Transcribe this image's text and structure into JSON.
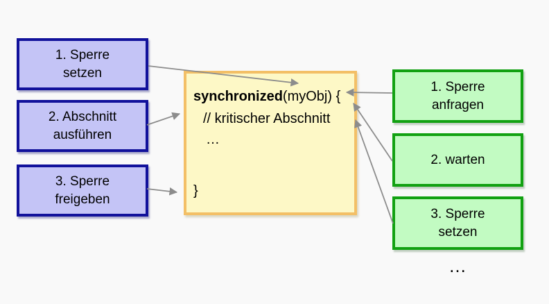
{
  "diagram_title_implied": "",
  "left_boxes": [
    {
      "lines": [
        "1. Sperre",
        "setzen"
      ]
    },
    {
      "lines": [
        "2. Abschnitt",
        "ausführen"
      ]
    },
    {
      "lines": [
        "3. Sperre",
        "freigeben"
      ]
    }
  ],
  "right_boxes": [
    {
      "lines": [
        "1. Sperre",
        "anfragen"
      ]
    },
    {
      "lines": [
        "2. warten"
      ]
    },
    {
      "lines": [
        "3. Sperre",
        "setzen"
      ]
    }
  ],
  "code": {
    "keyword": "synchronized",
    "line1_rest": "(myObj) {",
    "comment": "// kritischer Abschnitt",
    "ellipsis": "…",
    "closing_brace": "}"
  },
  "more_indicator": "…",
  "colors": {
    "background": "#f9f9f9",
    "left_box_fill": "#c4c4f6",
    "left_box_border": "#11119b",
    "right_box_fill": "#c2fbc2",
    "right_box_border": "#12a112",
    "code_box_fill": "#fdf8c6",
    "code_box_border": "#f3bf66",
    "arrow": "#8c8c8c",
    "text": "#000000"
  }
}
